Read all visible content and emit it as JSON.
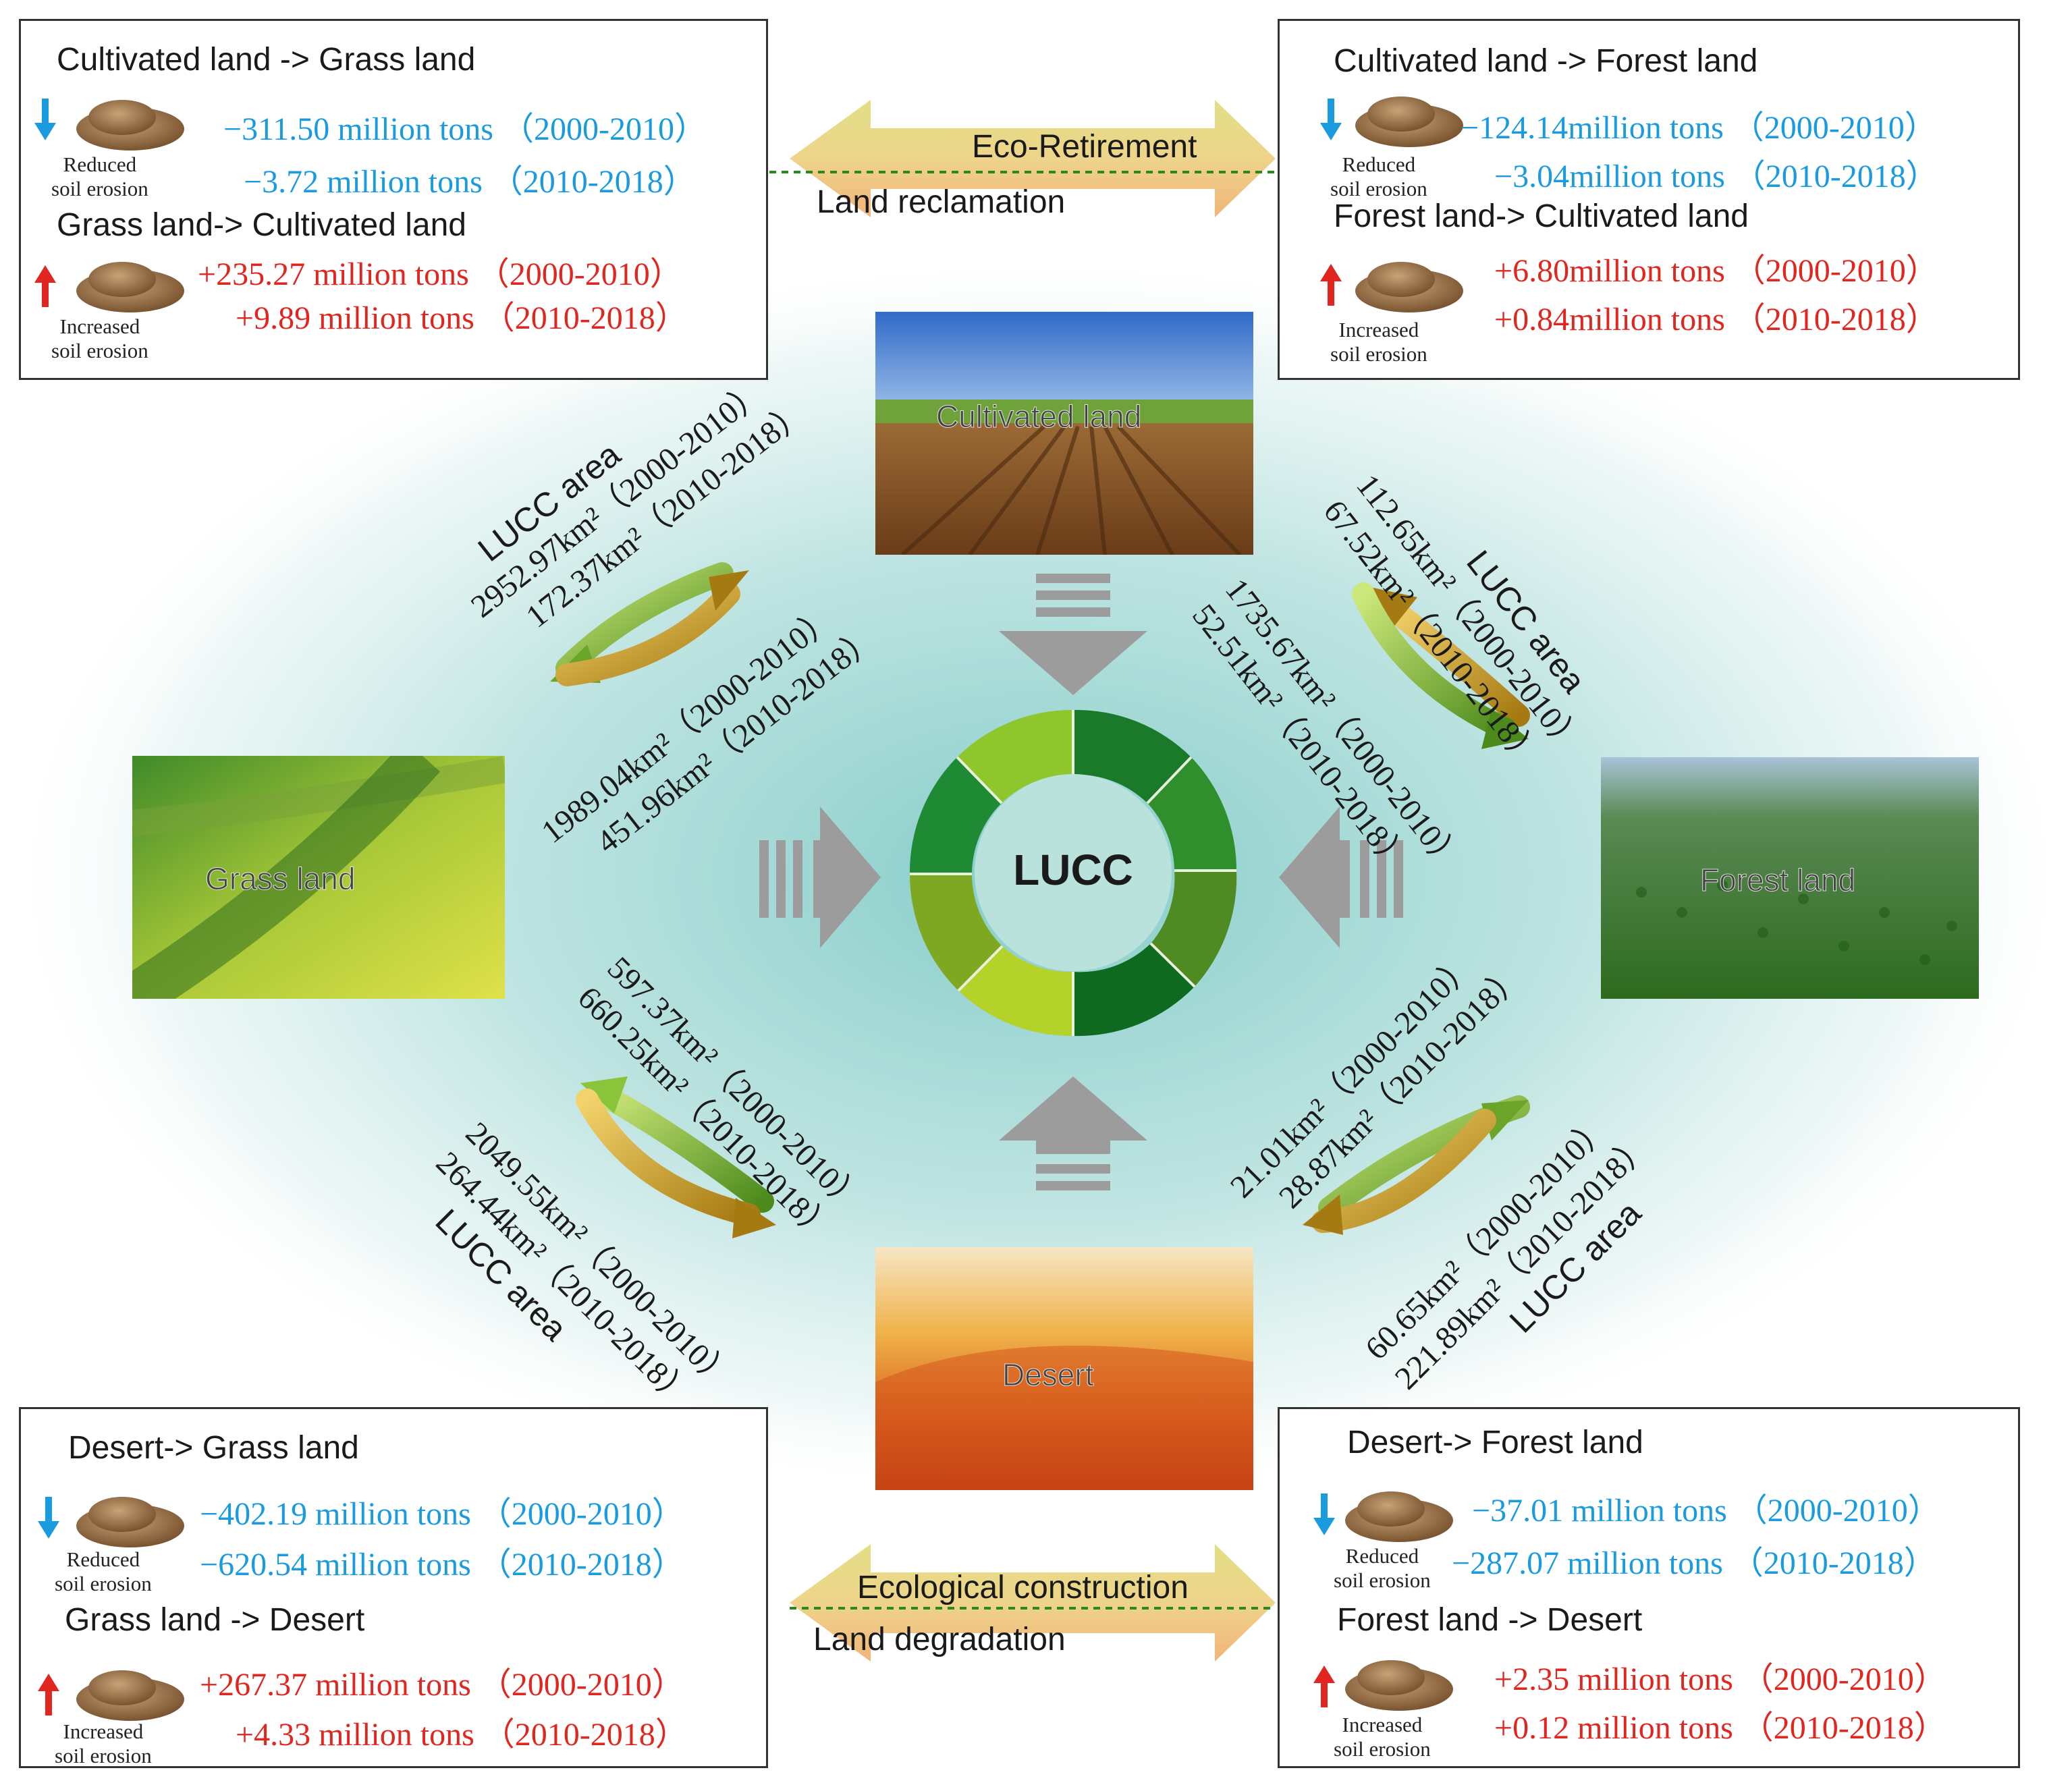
{
  "center": {
    "label": "LUCC"
  },
  "photos": {
    "cultivated": "Cultivated land",
    "grass": "Grass land",
    "forest": "Forest land",
    "desert": "Desert"
  },
  "banners": {
    "top_upper": "Eco-Retirement",
    "top_lower": "Land reclamation",
    "bottom_upper": "Ecological construction",
    "bottom_lower": "Land degradation"
  },
  "boxes": {
    "top_left": {
      "title1": "Cultivated land -> Grass land",
      "reduced_label": [
        "Reduced",
        "soil erosion"
      ],
      "dec": [
        "−311.50 million tons （2000-2010）",
        "−3.72  million tons （2010-2018）"
      ],
      "title2": "Grass land-> Cultivated land",
      "increased_label": [
        "Increased",
        "soil erosion"
      ],
      "inc": [
        "+235.27 million tons （2000-2010）",
        "+9.89 million tons （2010-2018）"
      ]
    },
    "top_right": {
      "title1": "Cultivated land -> Forest land",
      "reduced_label": [
        "Reduced",
        "soil erosion"
      ],
      "dec": [
        "−124.14million tons （2000-2010）",
        "−3.04million tons （2010-2018）"
      ],
      "title2": "Forest land-> Cultivated land",
      "increased_label": [
        "Increased",
        "soil erosion"
      ],
      "inc": [
        "+6.80million tons （2000-2010）",
        "+0.84million tons （2010-2018）"
      ]
    },
    "bottom_left": {
      "title1": "Desert-> Grass land",
      "reduced_label": [
        "Reduced",
        "soil erosion"
      ],
      "dec": [
        "−402.19  million tons （2000-2010）",
        "−620.54  million tons （2010-2018）"
      ],
      "title2": "Grass land -> Desert",
      "increased_label": [
        "Increased",
        "soil erosion"
      ],
      "inc": [
        "+267.37  million tons （2000-2010）",
        "+4.33  million tons （2010-2018）"
      ]
    },
    "bottom_right": {
      "title1": "Desert-> Forest land",
      "reduced_label": [
        "Reduced",
        "soil erosion"
      ],
      "dec": [
        "−37.01  million tons （2000-2010）",
        "−287.07  million tons （2010-2018）"
      ],
      "title2": "Forest land -> Desert",
      "increased_label": [
        "Increased",
        "soil erosion"
      ],
      "inc": [
        "+2.35  million tons （2000-2010）",
        "+0.12  million tons （2010-2018）"
      ]
    }
  },
  "lucc": {
    "tl_outer": {
      "title": "LUCC area",
      "lines": [
        "2952.97km²（2000-2010）",
        "172.37km²（2010-2018）"
      ]
    },
    "tl_inner": {
      "lines": [
        "1989.04km²（2000-2010）",
        "451.96km²（2010-2018）"
      ]
    },
    "tr_outer": {
      "title": "LUCC area",
      "lines": [
        "112.65km²（2000-2010）",
        "67.52km²（2010-2018）"
      ]
    },
    "tr_inner": {
      "lines": [
        "1735.67km²（2000-2010）",
        "52.51km²（2010-2018）"
      ]
    },
    "bl_inner": {
      "lines": [
        "597.37km²（2000-2010）",
        "660.25km²（2010-2018）"
      ]
    },
    "bl_outer": {
      "title": "LUCC area",
      "lines": [
        "2049.55km²（2000-2010）",
        "264.44km²（2010-2018）"
      ]
    },
    "br_inner": {
      "lines": [
        "21.01km²（2000-2010）",
        "28.87km²（2010-2018）"
      ]
    },
    "br_outer": {
      "title": "LUCC area",
      "lines": [
        "60.65km²（2000-2010）",
        "221.89km²（2010-2018）"
      ]
    }
  },
  "colors": {
    "decrease": "#1a9be0",
    "increase": "#e0261f",
    "background_glow": "#8fd0cf",
    "banner": "#e8c060",
    "cycle_dark": "#0b5a20",
    "cycle_light": "#9ac21c"
  }
}
